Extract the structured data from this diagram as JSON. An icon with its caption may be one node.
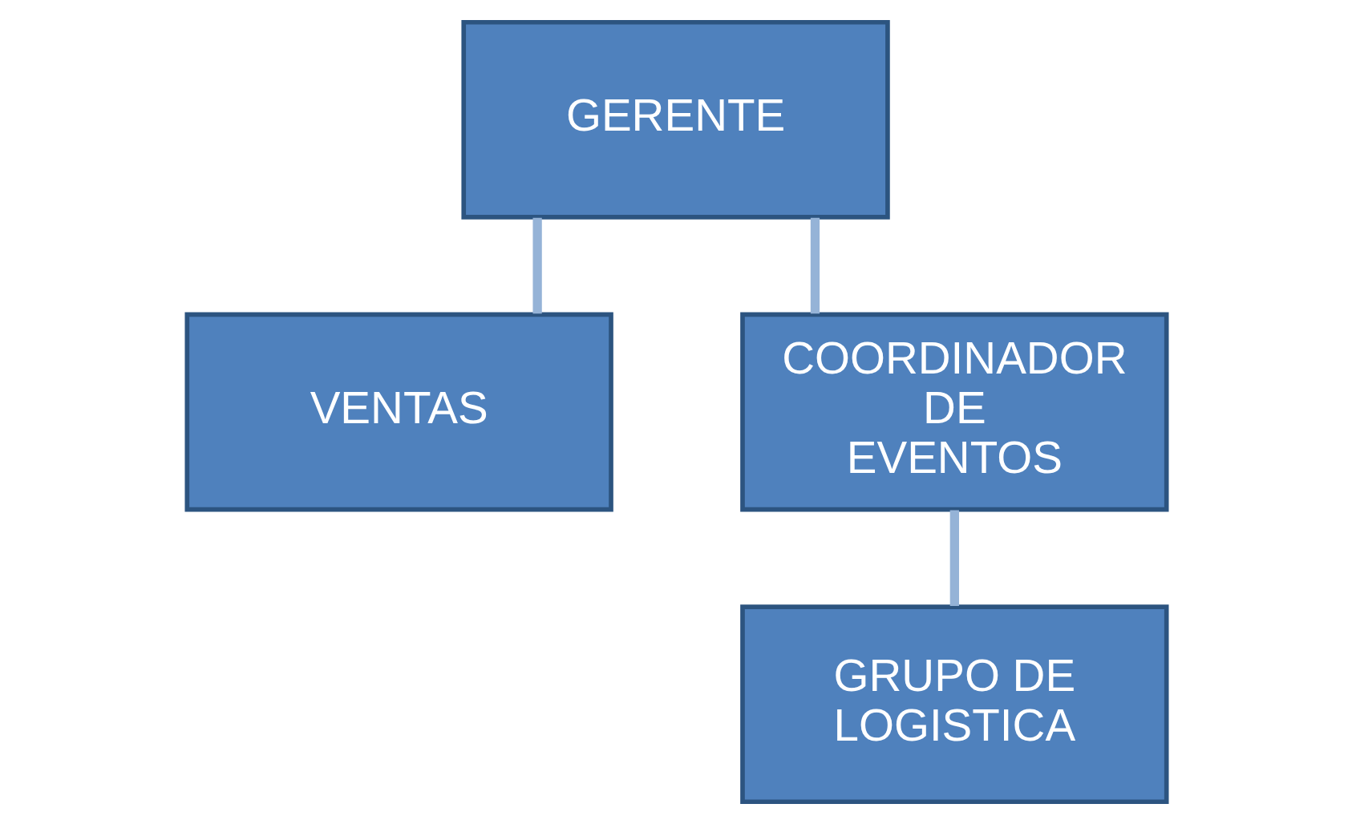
{
  "diagram": {
    "nodes": [
      {
        "text": [
          "GERENTE"
        ]
      },
      {
        "text": [
          "VENTAS"
        ]
      },
      {
        "text": [
          "COORDINADOR DE EVENTOS"
        ]
      },
      {
        "text": [
          "GRUPO DE LOGISTICA"
        ]
      }
    ],
    "edges": [
      {
        "from": 0,
        "to": 1,
        "arrow": "none"
      },
      {
        "from": 0,
        "to": 2,
        "arrow": "none"
      },
      {
        "from": 2,
        "to": 3,
        "arrow": "none"
      }
    ]
  }
}
